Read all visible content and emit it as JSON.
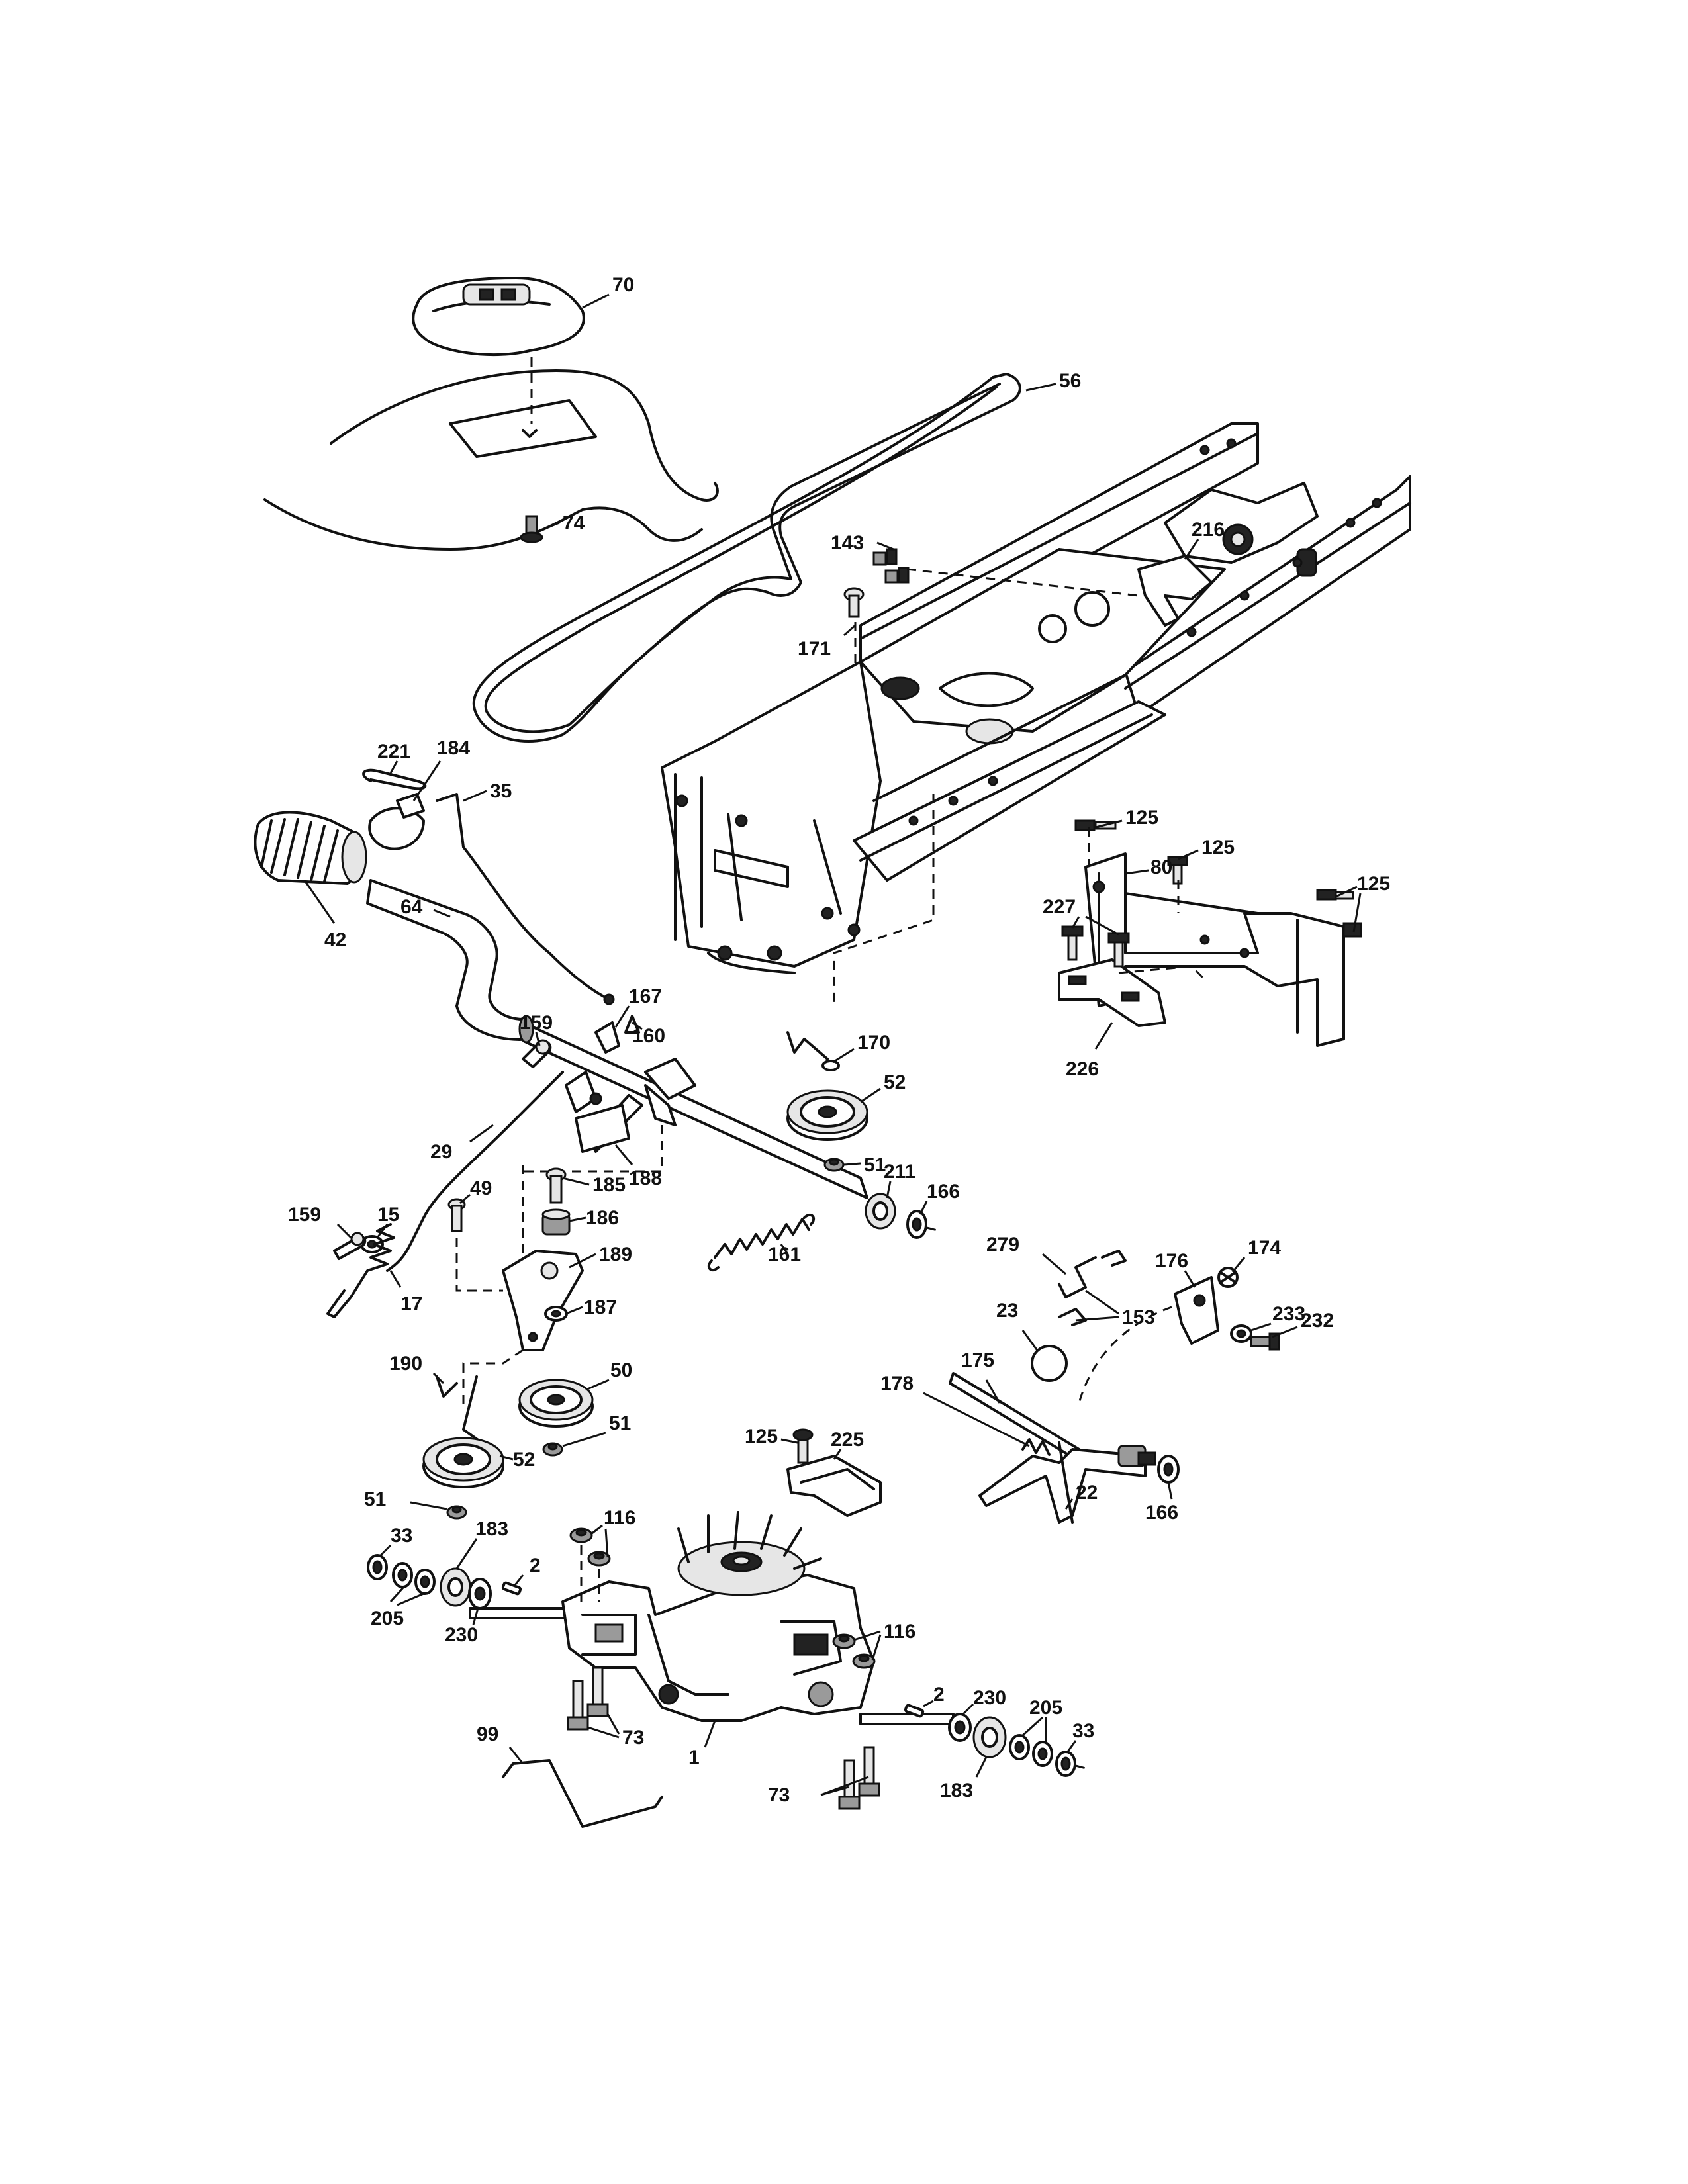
{
  "callouts": [
    {
      "id": "70",
      "text": "70"
    },
    {
      "id": "56",
      "text": "56"
    },
    {
      "id": "74",
      "text": "74"
    },
    {
      "id": "143",
      "text": "143"
    },
    {
      "id": "216",
      "text": "216"
    },
    {
      "id": "171",
      "text": "171"
    },
    {
      "id": "221",
      "text": "221"
    },
    {
      "id": "184",
      "text": "184"
    },
    {
      "id": "35",
      "text": "35"
    },
    {
      "id": "42",
      "text": "42"
    },
    {
      "id": "125a",
      "text": "125"
    },
    {
      "id": "80",
      "text": "80"
    },
    {
      "id": "125b",
      "text": "125"
    },
    {
      "id": "125c",
      "text": "125"
    },
    {
      "id": "227",
      "text": "227"
    },
    {
      "id": "226",
      "text": "226"
    },
    {
      "id": "64",
      "text": "64"
    },
    {
      "id": "159a",
      "text": "159"
    },
    {
      "id": "167",
      "text": "167"
    },
    {
      "id": "160",
      "text": "160"
    },
    {
      "id": "170",
      "text": "170"
    },
    {
      "id": "52a",
      "text": "52"
    },
    {
      "id": "51a",
      "text": "51"
    },
    {
      "id": "29",
      "text": "29"
    },
    {
      "id": "188",
      "text": "188"
    },
    {
      "id": "211",
      "text": "211"
    },
    {
      "id": "166a",
      "text": "166"
    },
    {
      "id": "159b",
      "text": "159"
    },
    {
      "id": "15",
      "text": "15"
    },
    {
      "id": "49",
      "text": "49"
    },
    {
      "id": "185",
      "text": "185"
    },
    {
      "id": "186",
      "text": "186"
    },
    {
      "id": "189",
      "text": "189"
    },
    {
      "id": "161",
      "text": "161"
    },
    {
      "id": "279",
      "text": "279"
    },
    {
      "id": "176",
      "text": "176"
    },
    {
      "id": "174",
      "text": "174"
    },
    {
      "id": "17",
      "text": "17"
    },
    {
      "id": "187",
      "text": "187"
    },
    {
      "id": "23",
      "text": "23"
    },
    {
      "id": "153",
      "text": "153"
    },
    {
      "id": "233",
      "text": "233"
    },
    {
      "id": "232",
      "text": "232"
    },
    {
      "id": "175",
      "text": "175"
    },
    {
      "id": "50",
      "text": "50"
    },
    {
      "id": "190",
      "text": "190"
    },
    {
      "id": "178",
      "text": "178"
    },
    {
      "id": "51b",
      "text": "51"
    },
    {
      "id": "52b",
      "text": "52"
    },
    {
      "id": "51c",
      "text": "51"
    },
    {
      "id": "125d",
      "text": "125"
    },
    {
      "id": "225",
      "text": "225"
    },
    {
      "id": "22",
      "text": "22"
    },
    {
      "id": "166b",
      "text": "166"
    },
    {
      "id": "33a",
      "text": "33"
    },
    {
      "id": "183a",
      "text": "183"
    },
    {
      "id": "116a",
      "text": "116"
    },
    {
      "id": "2a",
      "text": "2"
    },
    {
      "id": "205a",
      "text": "205"
    },
    {
      "id": "230a",
      "text": "230"
    },
    {
      "id": "116b",
      "text": "116"
    },
    {
      "id": "2b",
      "text": "2"
    },
    {
      "id": "230b",
      "text": "230"
    },
    {
      "id": "99",
      "text": "99"
    },
    {
      "id": "73a",
      "text": "73"
    },
    {
      "id": "1",
      "text": "1"
    },
    {
      "id": "205b",
      "text": "205"
    },
    {
      "id": "33b",
      "text": "33"
    },
    {
      "id": "73b",
      "text": "73"
    },
    {
      "id": "183b",
      "text": "183"
    }
  ]
}
